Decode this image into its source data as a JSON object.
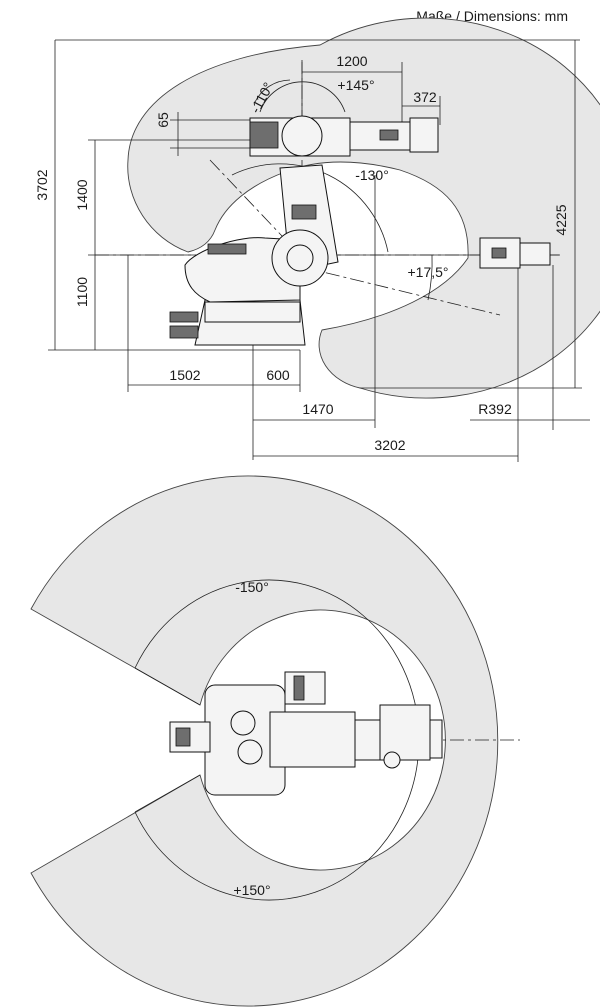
{
  "header": {
    "units_label": "Maße / Dimensions: mm"
  },
  "side_view": {
    "dims": {
      "d1200": "1200",
      "d372": "372",
      "d65": "65",
      "d3702": "3702",
      "d1400": "1400",
      "d1100": "1100",
      "d4225": "4225",
      "d1502": "1502",
      "d600": "600",
      "d1470": "1470",
      "r392": "R392",
      "d3202": "3202"
    },
    "angles": {
      "a_minus110": "-110°",
      "a_plus145": "+145°",
      "a_minus130": "-130°",
      "a_plus17_5": "+17,5°"
    }
  },
  "top_view": {
    "angles": {
      "a_minus150": "-150°",
      "a_plus150": "+150°"
    }
  },
  "colors": {
    "envelope_fill": "#e7e7e7",
    "line": "#222222",
    "robot_fill": "#f4f4f4",
    "robot_dark": "#6e6e6e"
  }
}
